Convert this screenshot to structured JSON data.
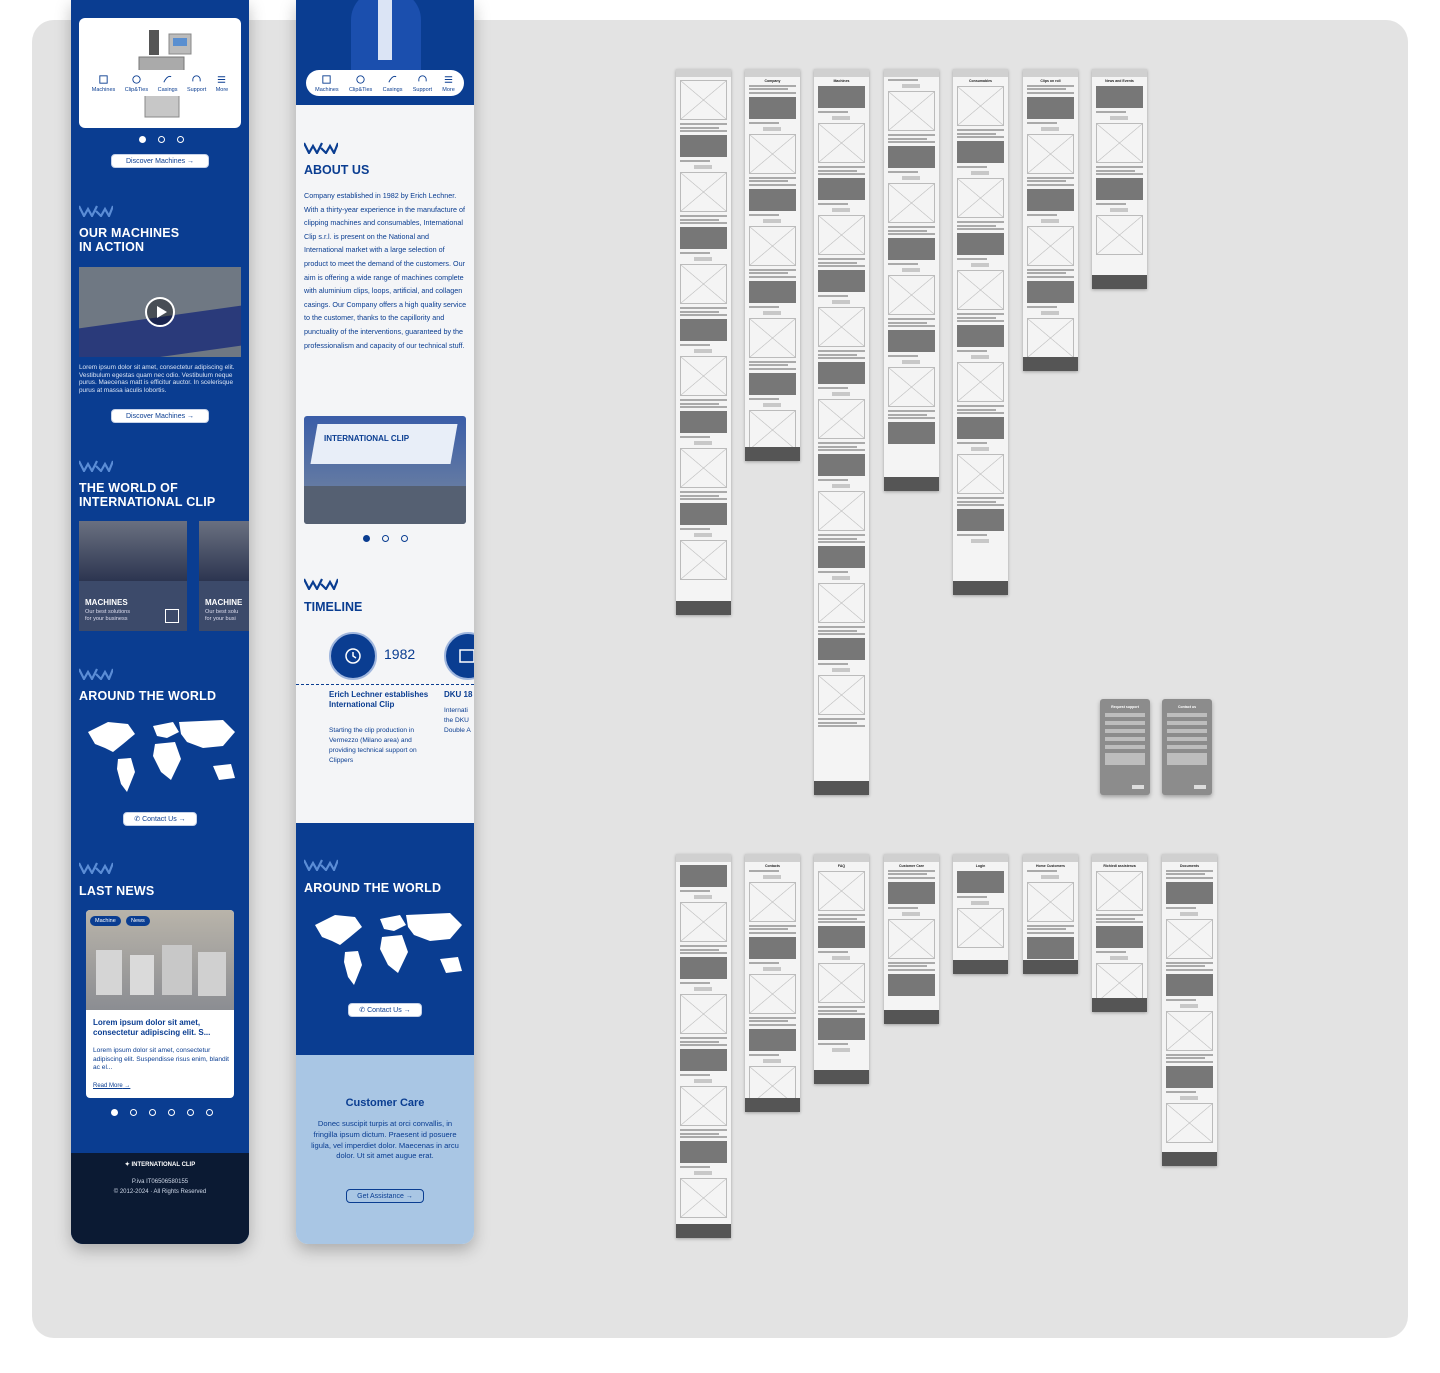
{
  "phone1": {
    "nav": [
      "Machines",
      "Clip&Ties",
      "Casings",
      "Support",
      "More"
    ],
    "discover": "Discover Machines",
    "machines_title_1": "OUR MACHINES",
    "machines_title_2": "IN ACTION",
    "machines_text": "Lorem ipsum dolor sit amet, consectetur adipiscing elit. Vestibulum egestas quam nec odio. Vestibulum neque purus. Maecenas matt is efficitur auctor. In scelerisque purus at massa iaculis lobortis.",
    "world_title_1": "THE WORLD OF",
    "world_title_2": "INTERNATIONAL CLIP",
    "card_title": "MACHINES",
    "card_text_1": "Our best solutions",
    "card_text_2": "for your business",
    "card2_title": "MACHINE",
    "card2_text_1": "Our best solu",
    "card2_text_2": "for your busi",
    "around_title": "AROUND THE WORLD",
    "contact": "Contact Us",
    "news_title": "LAST NEWS",
    "tag1": "Machine",
    "tag2": "News",
    "news_headline": "Lorem ipsum dolor sit amet, consectetur adipiscing elit. S...",
    "news_body": "Lorem ipsum dolor sit amet, consectetur adipiscing elit. Suspendisse risus enim, blandit ac el...",
    "read_more": "Read More",
    "footer_logo": "INTERNATIONAL CLIP",
    "footer_piva": "P.iva IT06506580155",
    "footer_copy": "© 2012-2024 · All Rights Reserved"
  },
  "phone2": {
    "nav": [
      "Machines",
      "Clip&Ties",
      "Casings",
      "Support",
      "More"
    ],
    "about_title": "ABOUT US",
    "about_text": "Company established in 1982 by Erich Lechner. With a thirty-year experience in the manufacture of clipping machines and consumables, International Clip s.r.l. is present on the National and International market with a large selection of product to meet the demand of the customers. Our aim is offering a wide range of machines complete with aluminium clips, loops, artificial, and collagen casings. Our Company offers a high quality service to the customer, thanks to the capillority and punctuality of the interventions, guaranteed by the professionalism and capacity of our technical stuff.",
    "booth_text": "INTERNATIONAL CLIP",
    "timeline_title": "TIMELINE",
    "year1": "1982",
    "event1_title": "Erich Lechner establishes International Clip",
    "event1_text": "Starting the clip production in Vermezzo (Milano area) and providing technical support on Clippers",
    "event2_title": "DKU 18",
    "event2_text": "Internati the DKU Double A",
    "around_title": "AROUND THE WORLD",
    "contact": "Contact Us",
    "care_title": "Customer Care",
    "care_text": "Donec suscipit turpis at orci convallis, in fringilla ipsum dictum. Praesent id posuere ligula, vel imperdiet dolor. Maecenas in arcu dolor. Ut sit amet augue erat.",
    "assist": "Get Assistance"
  },
  "wireframes_row1": [
    "",
    "Company",
    "Machines",
    "",
    "Consumables",
    "Clips on roll",
    "News and Events"
  ],
  "wireframes_row2": [
    "",
    "Contacts",
    "FAQ",
    "Customer Care",
    "Login",
    "Home Customers",
    "Richiedi assistenza",
    "Documents"
  ],
  "modals": [
    "Request support",
    "Contact us"
  ],
  "colors": {
    "brand": "#0a3d91",
    "dark": "#0b1a33",
    "care": "#a9c6e4"
  }
}
